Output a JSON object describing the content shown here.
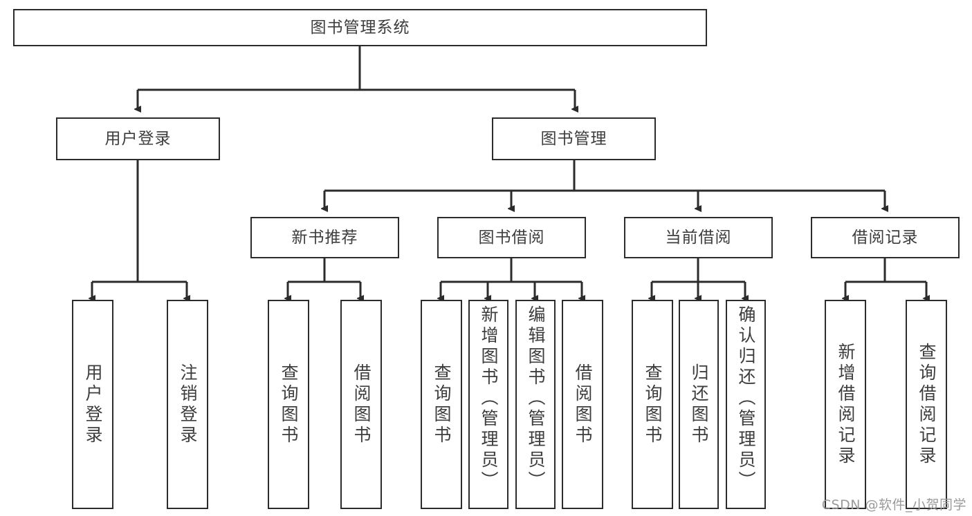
{
  "diagram": {
    "type": "tree-hierarchy",
    "title": "图书管理系统",
    "watermark": "CSDN @软件_小贺同学",
    "colors": {
      "stroke": "#2b2b2b",
      "text": "#3d3d3d",
      "background": "#ffffff",
      "watermark": "#9a9a9a"
    },
    "levels": {
      "root": {
        "label": "图书管理系统"
      },
      "level2": [
        {
          "id": "user-login",
          "label": "用户登录"
        },
        {
          "id": "book-management",
          "label": "图书管理"
        }
      ],
      "level3": [
        {
          "id": "new-book-recommend",
          "label": "新书推荐",
          "parent": "book-management"
        },
        {
          "id": "book-borrow",
          "label": "图书借阅",
          "parent": "book-management"
        },
        {
          "id": "current-borrow",
          "label": "当前借阅",
          "parent": "book-management"
        },
        {
          "id": "borrow-record",
          "label": "借阅记录",
          "parent": "book-management"
        }
      ],
      "leaves": [
        {
          "id": "leaf-user-login",
          "label": "用户登录",
          "parent": "user-login"
        },
        {
          "id": "leaf-logout-login",
          "label": "注销登录",
          "parent": "user-login"
        },
        {
          "id": "leaf-query-book-1",
          "label": "查询图书",
          "parent": "new-book-recommend"
        },
        {
          "id": "leaf-borrow-book-1",
          "label": "借阅图书",
          "parent": "new-book-recommend"
        },
        {
          "id": "leaf-query-book-2",
          "label": "查询图书",
          "parent": "book-borrow"
        },
        {
          "id": "leaf-add-book",
          "label": "新增图书（管理员）",
          "parent": "book-borrow"
        },
        {
          "id": "leaf-edit-book",
          "label": "编辑图书（管理员）",
          "parent": "book-borrow"
        },
        {
          "id": "leaf-borrow-book-2",
          "label": "借阅图书",
          "parent": "book-borrow"
        },
        {
          "id": "leaf-query-book-3",
          "label": "查询图书",
          "parent": "current-borrow"
        },
        {
          "id": "leaf-return-book",
          "label": "归还图书",
          "parent": "current-borrow"
        },
        {
          "id": "leaf-confirm-return",
          "label": "确认归还（管理员）",
          "parent": "current-borrow"
        },
        {
          "id": "leaf-add-record",
          "label": "新增借阅记录",
          "parent": "borrow-record"
        },
        {
          "id": "leaf-query-record",
          "label": "查询借阅记录",
          "parent": "borrow-record"
        }
      ]
    }
  }
}
